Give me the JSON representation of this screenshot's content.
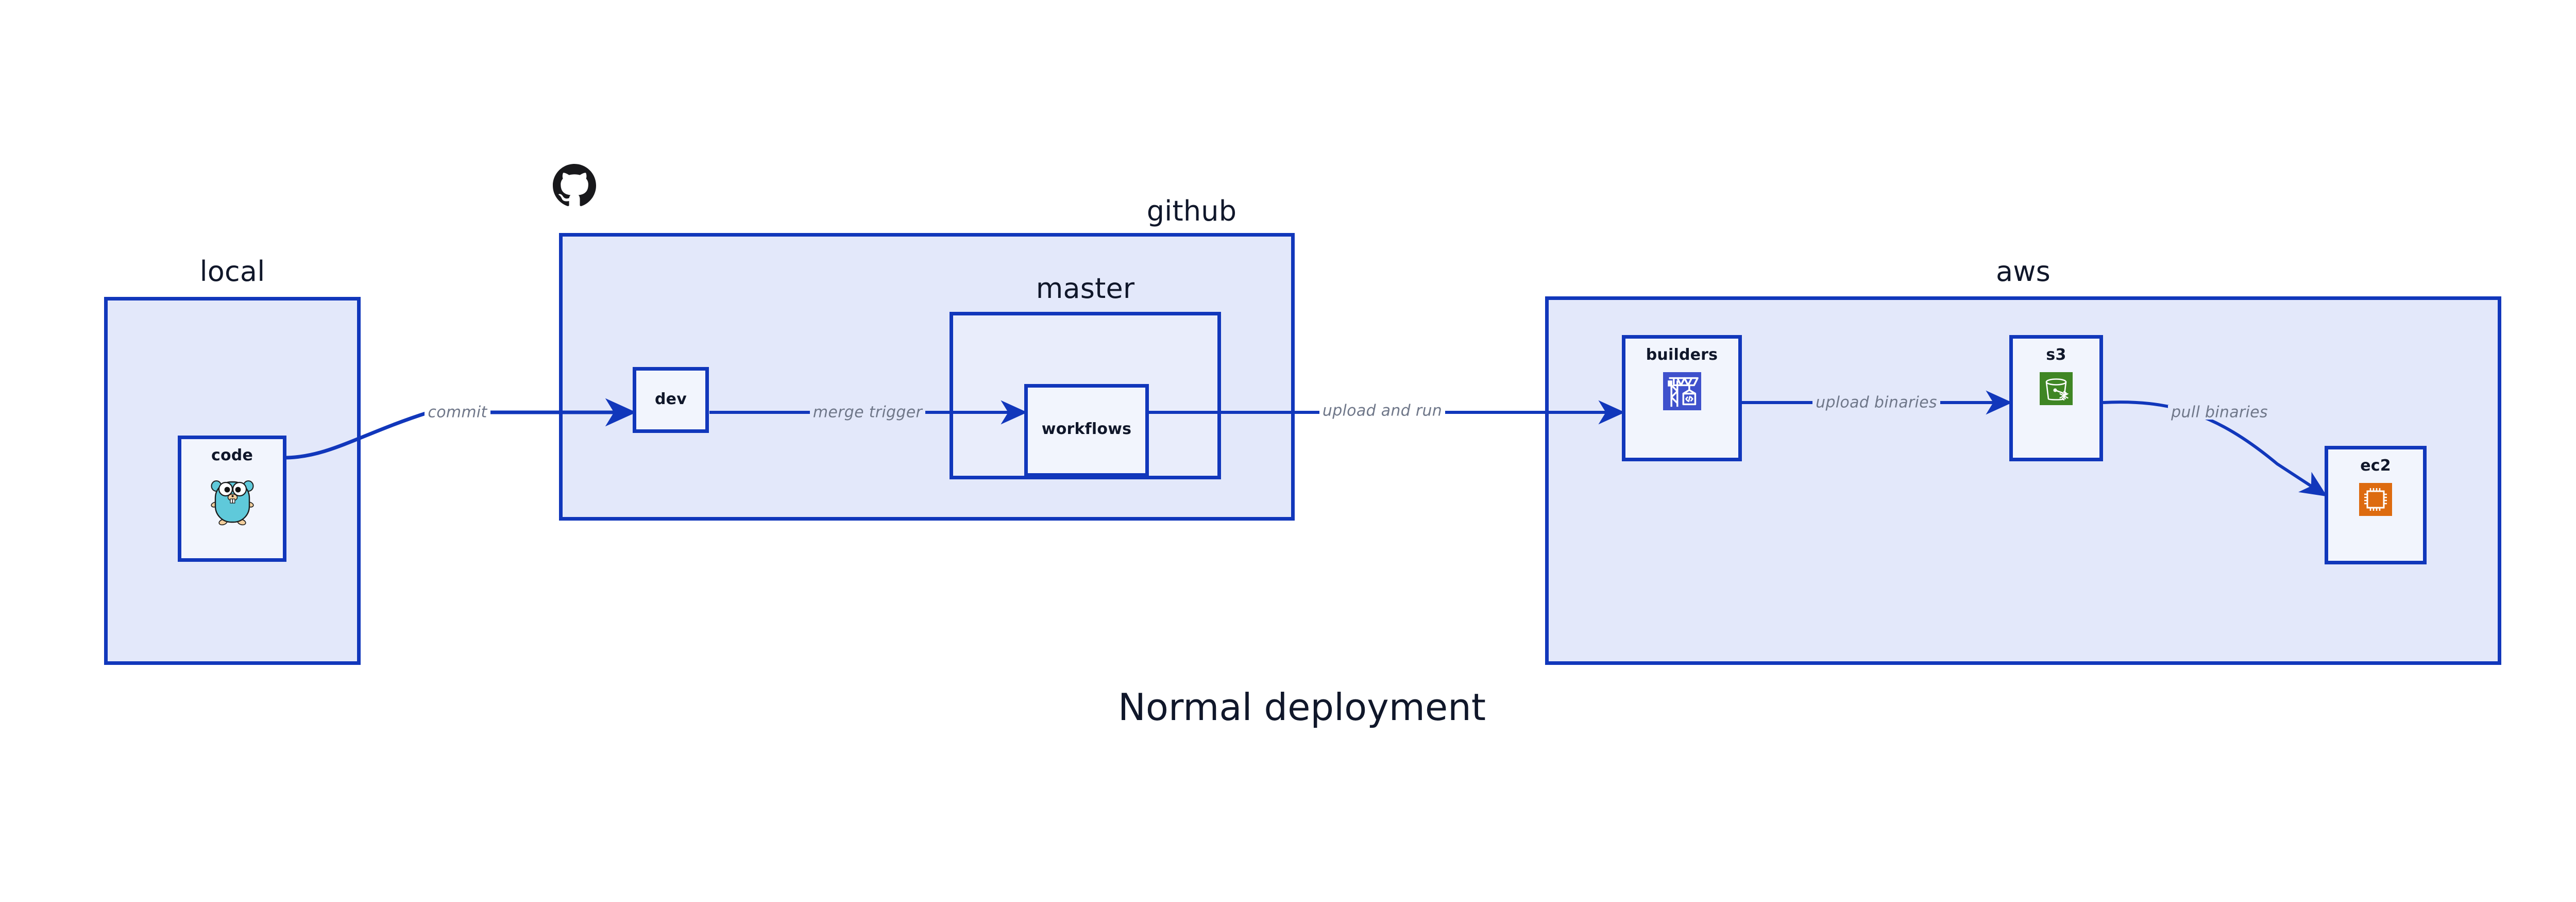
{
  "diagram": {
    "caption": "Normal deployment",
    "colors": {
      "group_fill": "#e3e8fa",
      "node_fill": "#f2f5fd",
      "stroke": "#1137bb",
      "edge_label": "#6f7789",
      "text": "#10172a",
      "builders_icon_bg": "#3f51cc",
      "s3_icon_bg": "#3f8624",
      "ec2_icon_bg": "#dd6b10",
      "gopher_body": "#5fc9da",
      "github_logo": "#18181b"
    }
  },
  "groups": [
    {
      "id": "local",
      "label": "local"
    },
    {
      "id": "github",
      "label": "github"
    },
    {
      "id": "master",
      "label": "master"
    },
    {
      "id": "aws",
      "label": "aws"
    }
  ],
  "nodes": [
    {
      "id": "code",
      "label": "code",
      "icon": "go-gopher-icon"
    },
    {
      "id": "dev",
      "label": "dev",
      "icon": "none"
    },
    {
      "id": "workflows",
      "label": "workflows",
      "icon": "none"
    },
    {
      "id": "builders",
      "label": "builders",
      "icon": "aws-builders-crane-icon"
    },
    {
      "id": "s3",
      "label": "s3",
      "icon": "aws-s3-glacier-bucket-icon"
    },
    {
      "id": "ec2",
      "label": "ec2",
      "icon": "aws-ec2-chip-icon"
    }
  ],
  "edges": [
    {
      "id": "code-to-dev",
      "from": "code",
      "to": "dev",
      "label": "commit"
    },
    {
      "id": "dev-to-workflows",
      "from": "dev",
      "to": "workflows",
      "label": "merge trigger"
    },
    {
      "id": "workflows-to-builders",
      "from": "workflows",
      "to": "builders",
      "label": "upload and run"
    },
    {
      "id": "builders-to-s3",
      "from": "builders",
      "to": "s3",
      "label": "upload binaries"
    },
    {
      "id": "s3-to-ec2",
      "from": "s3",
      "to": "ec2",
      "label": "pull binaries"
    }
  ],
  "logos": [
    {
      "id": "github-logo",
      "name": "github-octocat-logo"
    }
  ]
}
